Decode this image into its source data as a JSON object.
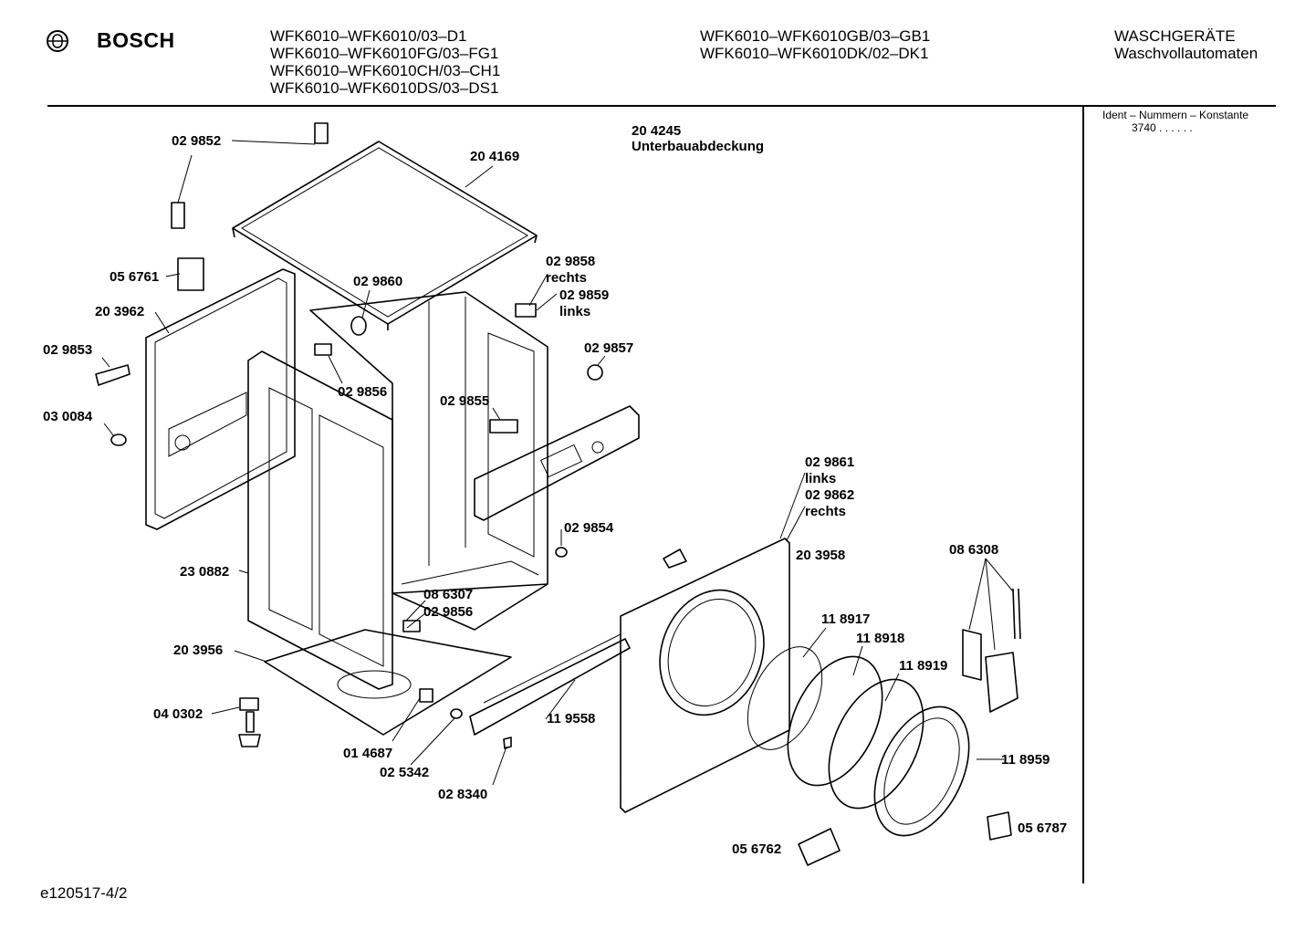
{
  "header": {
    "brand": "BOSCH",
    "models_col1": [
      "WFK6010–WFK6010/03–D1",
      "WFK6010–WFK6010FG/03–FG1",
      "WFK6010–WFK6010CH/03–CH1",
      "WFK6010–WFK6010DS/03–DS1"
    ],
    "models_col2": [
      "WFK6010–WFK6010GB/03–GB1",
      "WFK6010–WFK6010DK/02–DK1"
    ],
    "category": "WASCHGERÄTE",
    "subcategory": "Waschvollautomaten"
  },
  "side_panel": {
    "ident_label": "Ident – Nummern – Konstante",
    "ident_value": "3740  .  .  .  .  .  ."
  },
  "note": {
    "number": "20 4245",
    "text": "Unterbauabdeckung"
  },
  "labels": {
    "p1": "02 9852",
    "p2": "20 4169",
    "p3": "05 6761",
    "p4": "02 9860",
    "p5a": "02 9858",
    "p5b": "rechts",
    "p6a": "02 9859",
    "p6b": "links",
    "p7": "20 3962",
    "p8": "02 9853",
    "p9": "02 9857",
    "p10": "02 9856",
    "p11": "02 9855",
    "p12": "03 0084",
    "p13a": "02 9861",
    "p13b": "links",
    "p14a": "02 9862",
    "p14b": "rechts",
    "p15": "02 9854",
    "p16": "20 3958",
    "p17": "08 6308",
    "p18": "23 0882",
    "p19": "08 6307",
    "p20": "02 9856",
    "p21": "11 8917",
    "p22": "11 8918",
    "p23": "20 3956",
    "p24": "11 8919",
    "p25": "04 0302",
    "p26": "11 9558",
    "p27": "11 8959",
    "p28": "01 4687",
    "p29": "02 5342",
    "p30": "02 8340",
    "p31": "05 6787",
    "p32": "05 6762"
  },
  "footer": {
    "code": "e120517-4/2"
  }
}
